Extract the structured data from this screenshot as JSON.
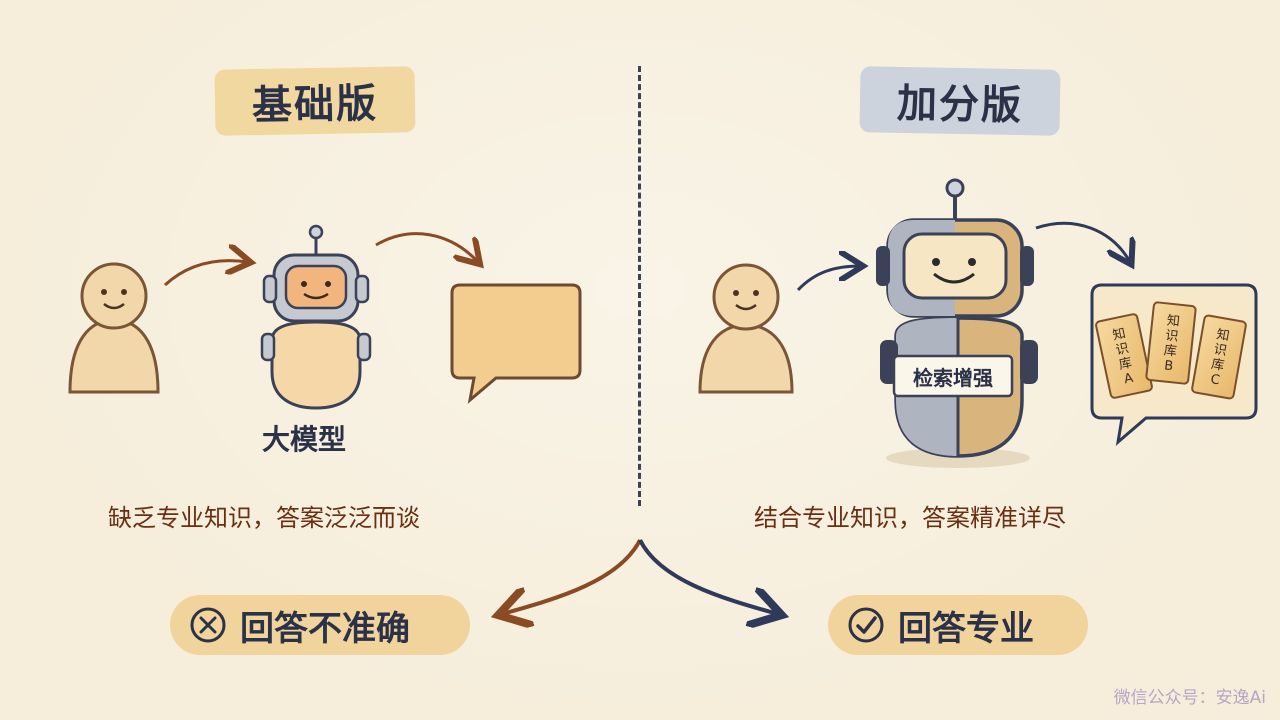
{
  "left": {
    "title": "基础版",
    "model_label": "大模型",
    "caption": "缺乏专业知识，答案泛泛而谈",
    "result": "回答不准确",
    "result_icon": "x-circle-icon"
  },
  "right": {
    "title": "加分版",
    "robot_badge": "检索增强",
    "caption": "结合专业知识，答案精准详尽",
    "result": "回答专业",
    "result_icon": "check-circle-icon",
    "kb_cards": [
      {
        "line1": "知",
        "line2": "识",
        "line3": "库",
        "tag": "A"
      },
      {
        "line1": "知",
        "line2": "识",
        "line3": "库",
        "tag": "B"
      },
      {
        "line1": "知",
        "line2": "识",
        "line3": "库",
        "tag": "C"
      }
    ]
  },
  "watermark": "微信公众号：安逸Ai",
  "colors": {
    "background": "#f6eedb",
    "left_accent": "#f1d7a0",
    "right_accent": "#cdd3dc",
    "navy": "#2b3146",
    "brown_text": "#6a2f12",
    "arrow_brown": "#8a4a24",
    "arrow_navy": "#2f3a5a"
  }
}
